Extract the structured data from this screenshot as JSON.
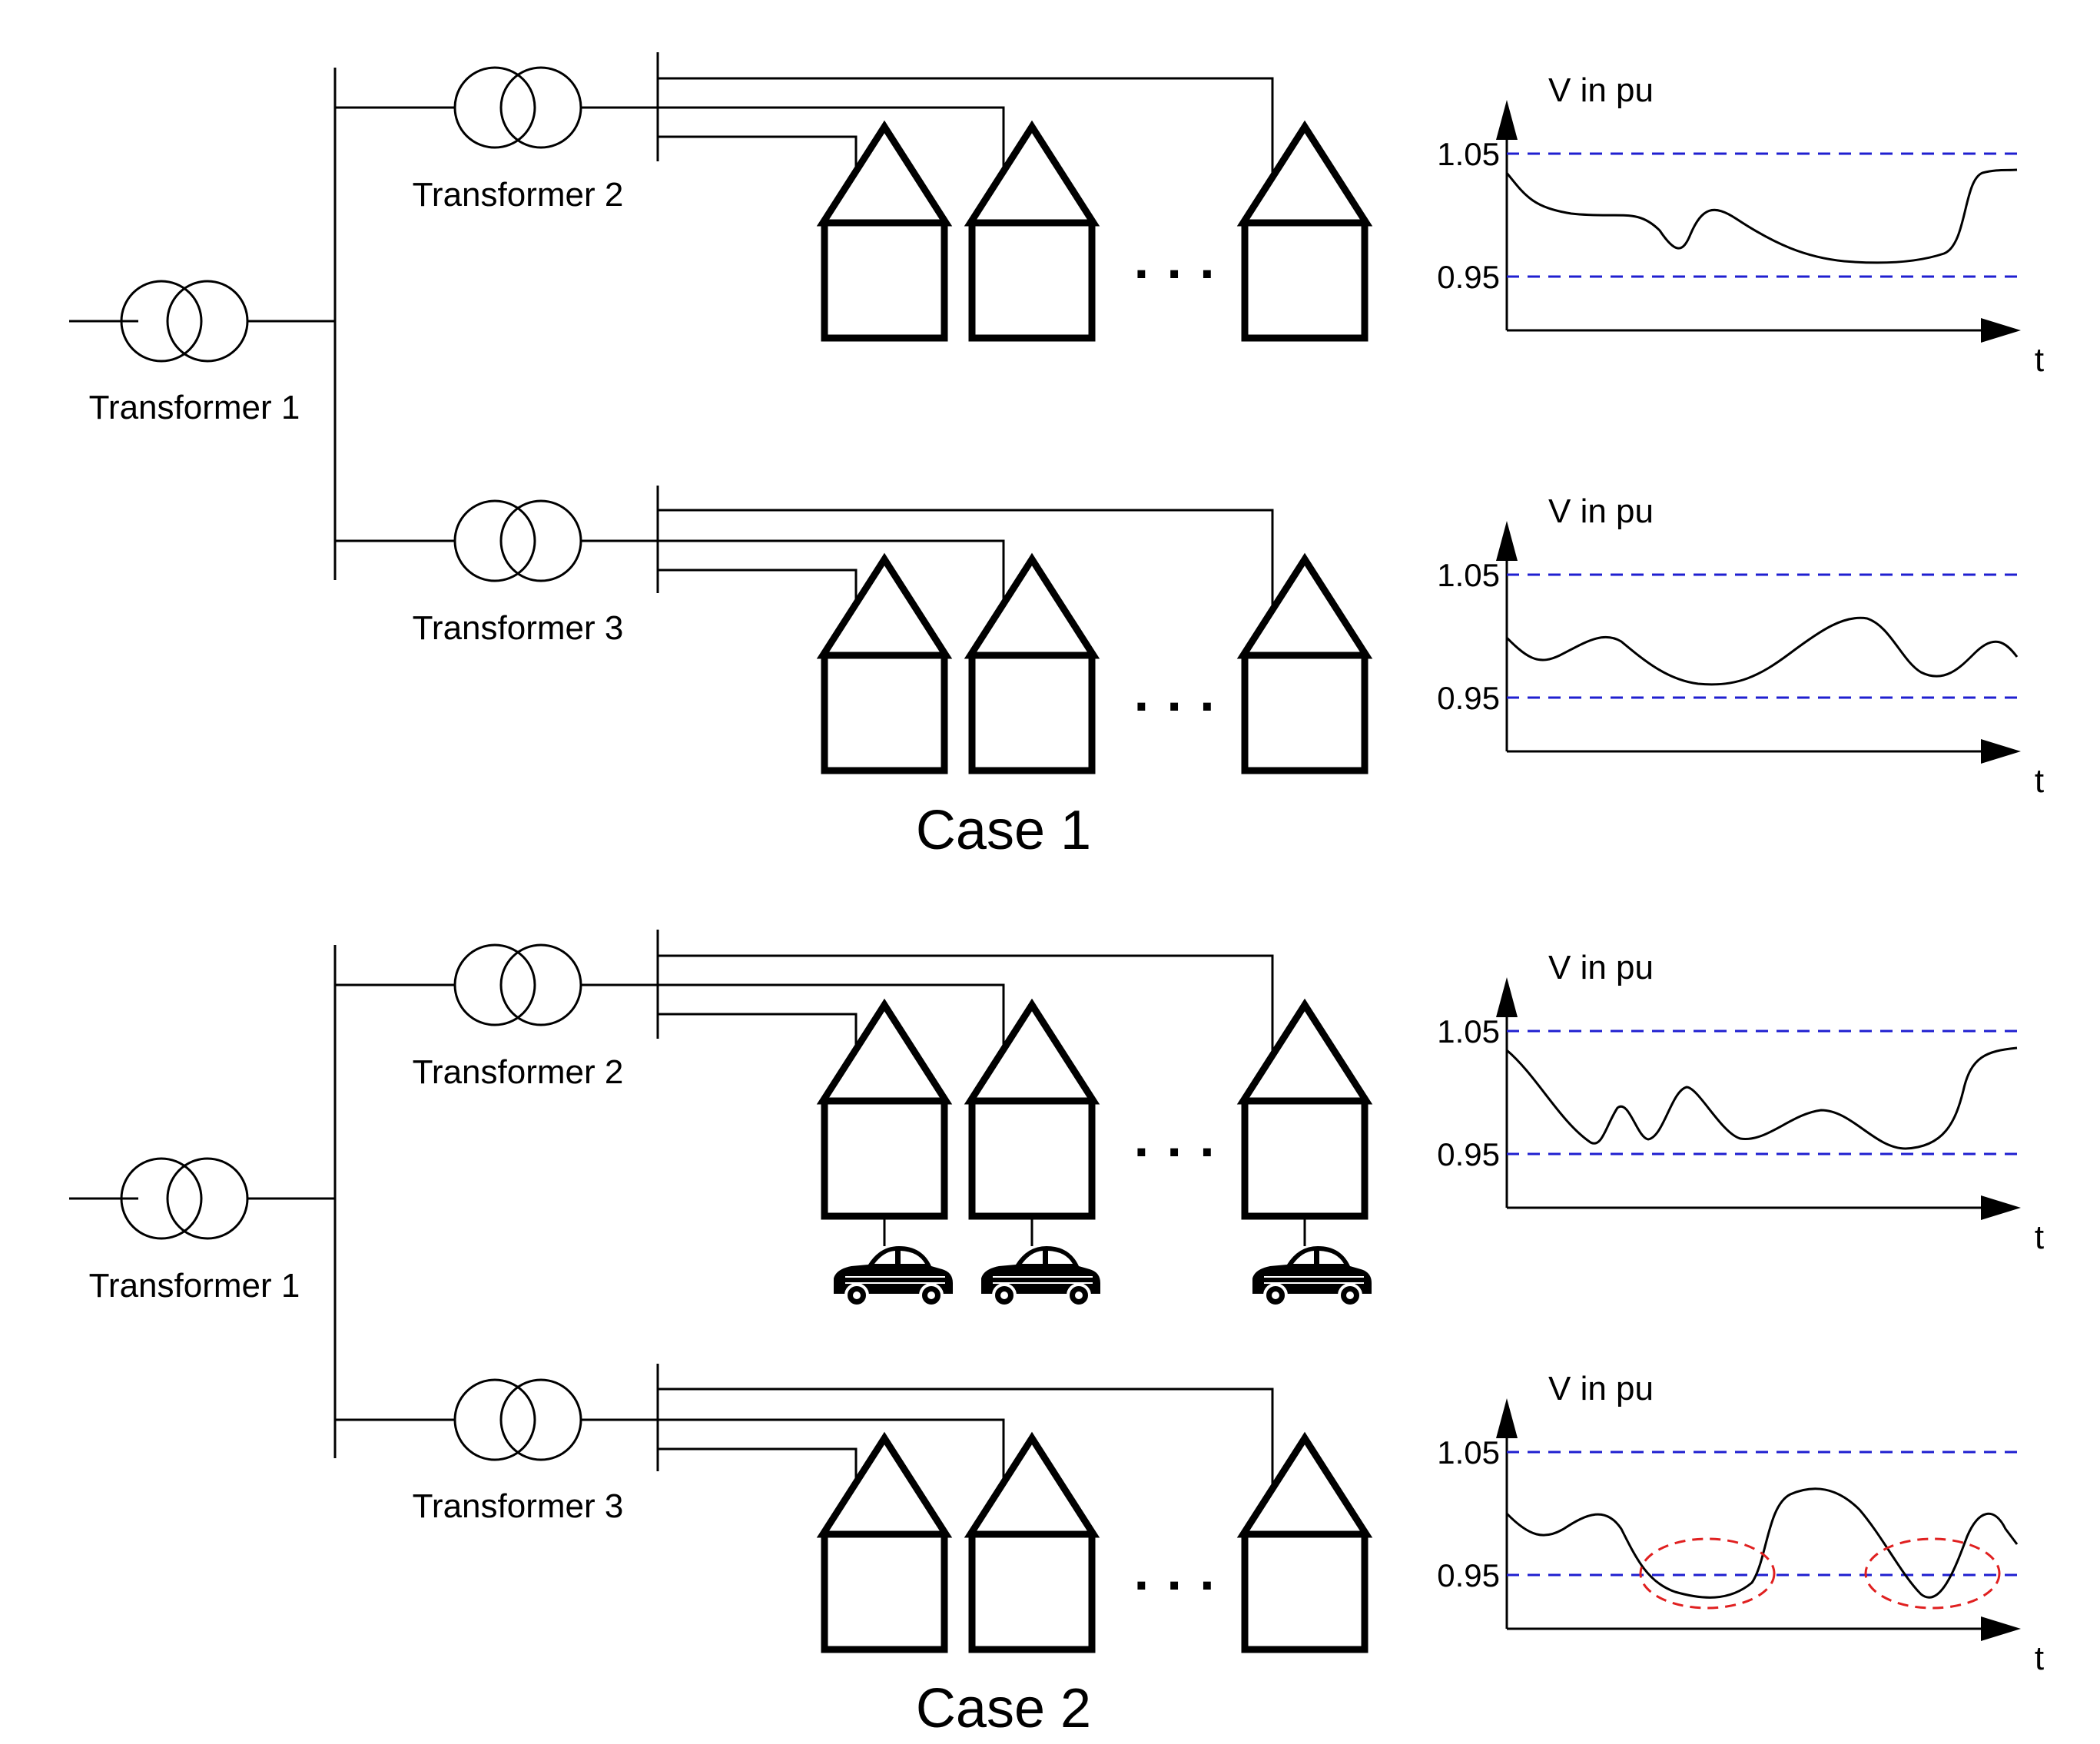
{
  "case1": {
    "label": "Case 1",
    "transformers": {
      "t1": "Transformer 1",
      "t2": "Transformer 2",
      "t3": "Transformer 3"
    },
    "plots": [
      {
        "y_label": "V in pu",
        "x_label": "t",
        "upper_limit": "1.05",
        "lower_limit": "0.95"
      },
      {
        "y_label": "V in pu",
        "x_label": "t",
        "upper_limit": "1.05",
        "lower_limit": "0.95"
      }
    ]
  },
  "case2": {
    "label": "Case 2",
    "transformers": {
      "t1": "Transformer 1",
      "t2": "Transformer 2",
      "t3": "Transformer 3"
    },
    "plots": [
      {
        "y_label": "V in pu",
        "x_label": "t",
        "upper_limit": "1.05",
        "lower_limit": "0.95"
      },
      {
        "y_label": "V in pu",
        "x_label": "t",
        "upper_limit": "1.05",
        "lower_limit": "0.95"
      }
    ]
  },
  "colors": {
    "limit_line": "#1f1fd0",
    "violation_marker": "#e02020",
    "line": "#000000"
  }
}
